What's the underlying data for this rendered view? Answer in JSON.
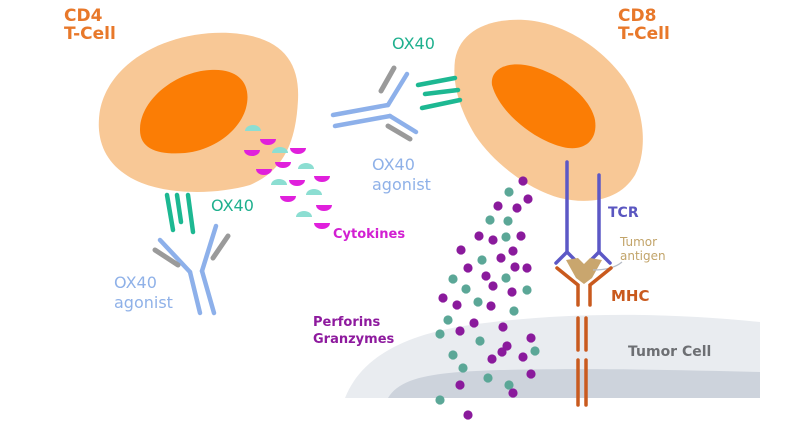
{
  "diagram": {
    "colors": {
      "cell_body": "#f8c896",
      "nucleus": "#fb7d05",
      "ox40_receptor": "#1db892",
      "antibody": "#8db0ea",
      "antibody_light_chain": "#9a9a9a",
      "cytokine_magenta": "#e020dc",
      "cytokine_teal": "#8cded2",
      "perforin": "#8a1a9c",
      "granzyme": "#5ba797",
      "tcr": "#5c58c6",
      "tumor_antigen": "#c9a66e",
      "mhc": "#c95a1e",
      "tumor_cell_light": "#e9ecf0",
      "tumor_cell_dark": "#cdd3dc"
    },
    "labels": {
      "cd4_line1": "CD4",
      "cd4_line2": "T-Cell",
      "cd8_line1": "CD8",
      "cd8_line2": "T-Cell",
      "ox40_top": "OX40",
      "ox40_left": "OX40",
      "agonist_top_line1": "OX40",
      "agonist_top_line2": "agonist",
      "agonist_left_line1": "OX40",
      "agonist_left_line2": "agonist",
      "cytokines": "Cytokines",
      "perforins": "Perforins",
      "granzymes": "Granzymes",
      "tcr": "TCR",
      "tumor_antigen_line1": "Tumor",
      "tumor_antigen_line2": "antigen",
      "mhc": "MHC",
      "tumor_cell": "Tumor Cell"
    },
    "entities": [
      "CD4 T-Cell",
      "CD8 T-Cell",
      "OX40 receptor",
      "OX40 agonist antibody",
      "Cytokines",
      "Perforins / Granzymes",
      "TCR",
      "Tumor antigen",
      "MHC",
      "Tumor Cell"
    ]
  }
}
